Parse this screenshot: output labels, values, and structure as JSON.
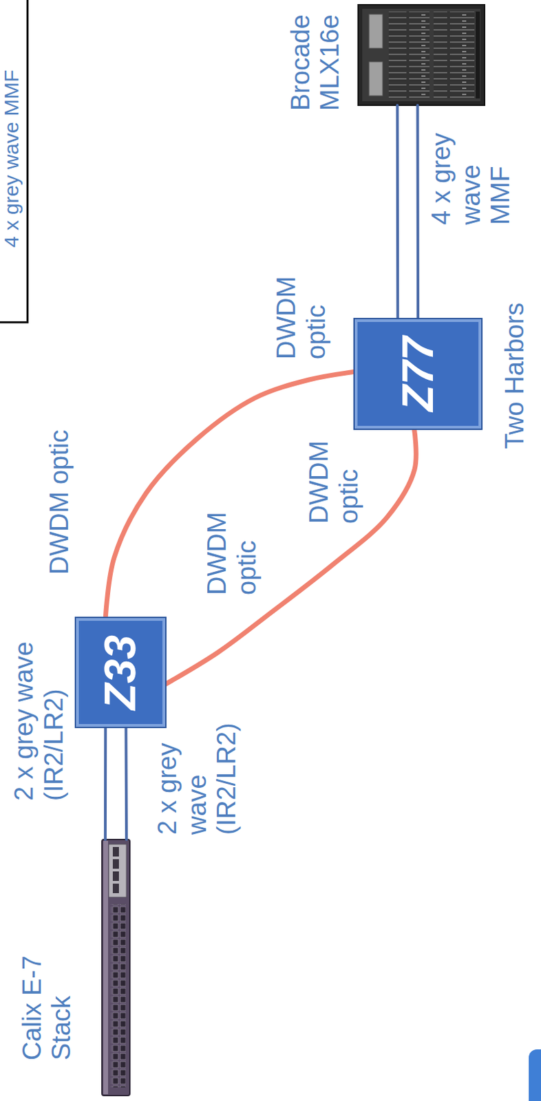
{
  "diagram": {
    "nodes": [
      {
        "text": [
          "4 x grey wave MMF"
        ]
      },
      {
        "text": [
          "Calix E-7 Stack"
        ]
      },
      {
        "text": [
          "Z33"
        ]
      },
      {
        "text": [
          "Z77"
        ]
      },
      {
        "text": [
          "Brocade MLX16e"
        ]
      }
    ],
    "edges": [
      {
        "from": 1,
        "to": 2,
        "arrow": "none",
        "label": "2 x grey wave (IR2/LR2)"
      },
      {
        "from": 1,
        "to": 2,
        "arrow": "none",
        "label": "2 x grey wave (IR2/LR2)"
      },
      {
        "from": 2,
        "to": 3,
        "arrow": "none",
        "label": "DWDM optic"
      },
      {
        "from": 2,
        "to": 3,
        "arrow": "none",
        "label": "DWDM optic"
      },
      {
        "from": 3,
        "to": 4,
        "arrow": "none",
        "label": "4 x grey wave MMF"
      },
      {
        "from": 3,
        "to": 4,
        "arrow": "none"
      }
    ],
    "labels": [
      "DWDM optic",
      "DWDM optic",
      "Two Harbors"
    ]
  }
}
